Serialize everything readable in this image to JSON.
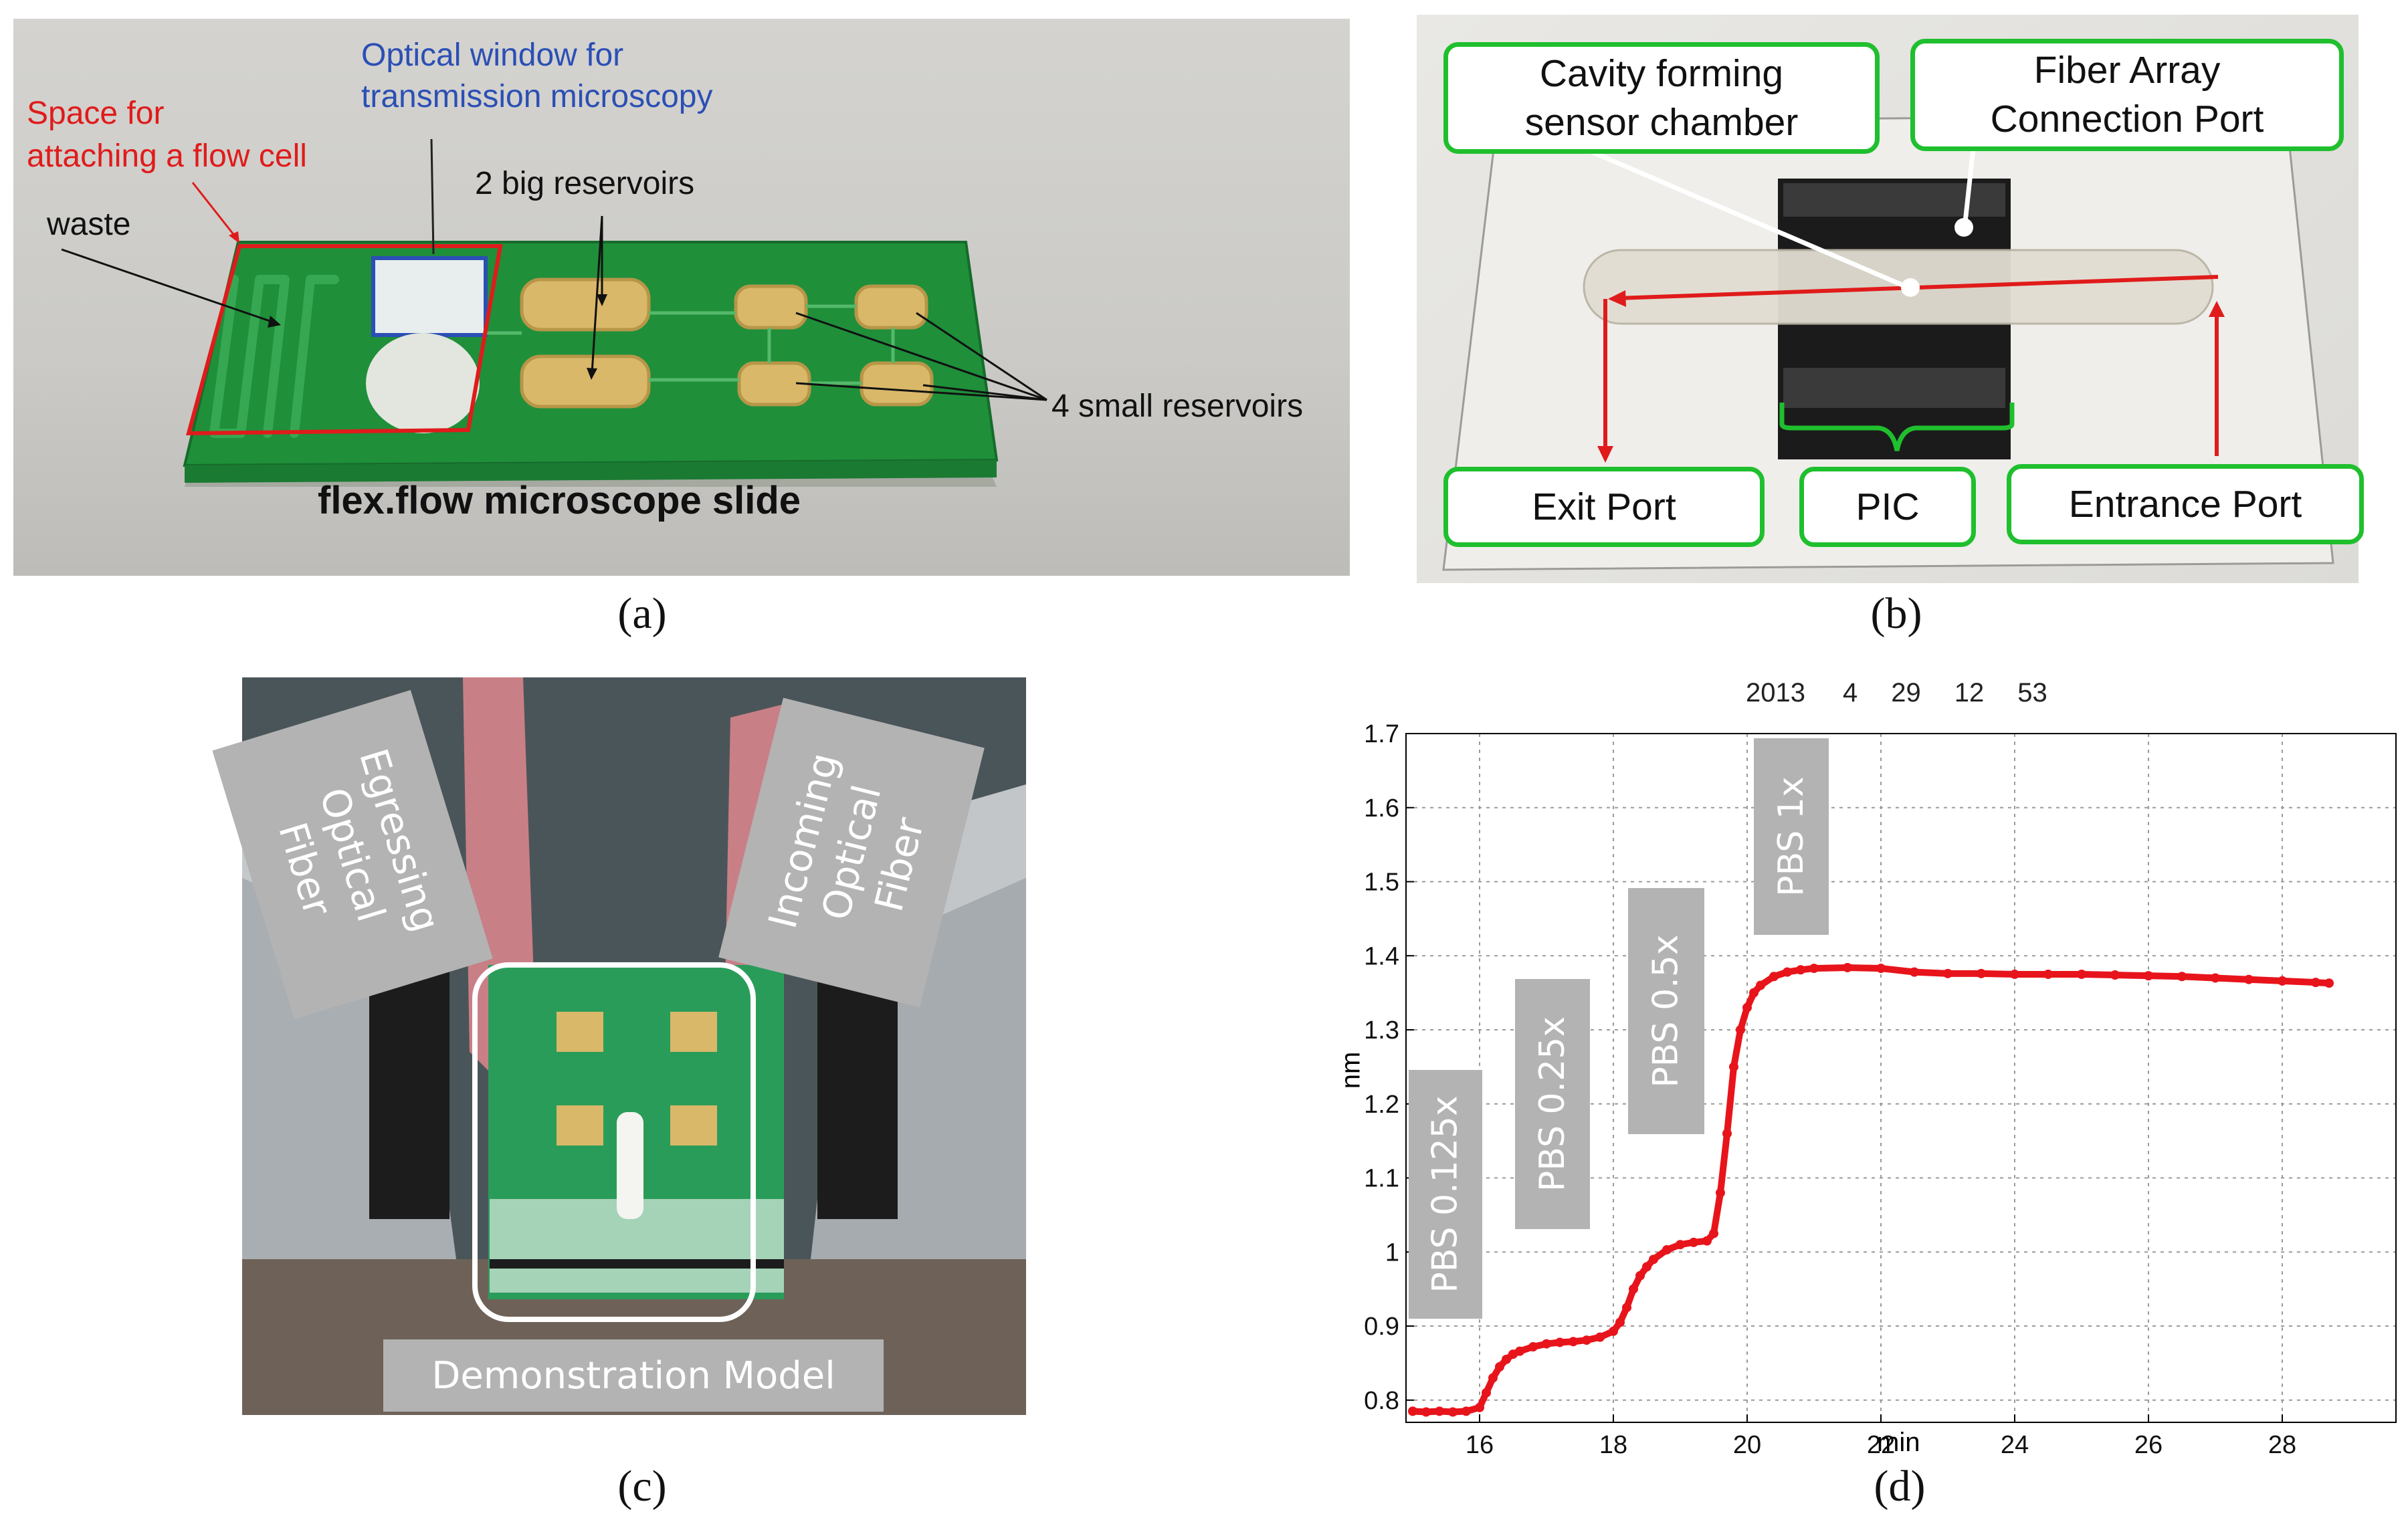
{
  "panel_a": {
    "caption": "(a)",
    "title": "flex.flow microscope slide",
    "label_flow_cell": [
      "Space for",
      "attaching a flow cell"
    ],
    "label_optical_window": [
      "Optical window for",
      "transmission microscopy"
    ],
    "label_waste": "waste",
    "label_big_reservoirs": "2 big reservoirs",
    "label_small_reservoirs": "4 small reservoirs"
  },
  "panel_b": {
    "caption": "(b)",
    "cavity_label": [
      "Cavity forming",
      "sensor chamber"
    ],
    "fiber_label": [
      "Fiber Array",
      "Connection Port"
    ],
    "exit_label": "Exit Port",
    "pic_label": "PIC",
    "entrance_label": "Entrance Port"
  },
  "panel_c": {
    "caption": "(c)",
    "egressing_label": [
      "Egressing",
      "Optical",
      "Fiber"
    ],
    "incoming_label": [
      "Incoming",
      "Optical",
      "Fiber"
    ],
    "demo_label": "Demonstration Model"
  },
  "panel_d": {
    "caption": "(d)",
    "timestamp": [
      "2013",
      "4",
      "29",
      "12",
      "53"
    ]
  },
  "chart_data": {
    "type": "scatter",
    "xlabel": "min",
    "ylabel": "nm",
    "xlim": [
      14.9,
      29.7
    ],
    "ylim": [
      0.77,
      1.7
    ],
    "xticks": [
      16,
      18,
      20,
      22,
      24,
      26,
      28
    ],
    "yticks": [
      0.8,
      0.9,
      1,
      1.1,
      1.2,
      1.3,
      1.4,
      1.5,
      1.6,
      1.7
    ],
    "grid": true,
    "series_color": "#e8141b",
    "annotations": [
      "PBS 0.125x",
      "PBS 0.25x",
      "PBS 0.5x",
      "PBS 1x"
    ],
    "x": [
      15.0,
      15.2,
      15.4,
      15.6,
      15.8,
      16.0,
      16.1,
      16.2,
      16.3,
      16.4,
      16.5,
      16.6,
      16.8,
      17.0,
      17.2,
      17.4,
      17.6,
      17.8,
      18.0,
      18.1,
      18.2,
      18.3,
      18.4,
      18.5,
      18.6,
      18.8,
      19.0,
      19.2,
      19.4,
      19.5,
      19.6,
      19.7,
      19.8,
      19.9,
      20.0,
      20.1,
      20.2,
      20.4,
      20.6,
      20.8,
      21.0,
      21.5,
      22.0,
      22.5,
      23.0,
      23.5,
      24.0,
      24.5,
      25.0,
      25.5,
      26.0,
      26.5,
      27.0,
      27.5,
      28.0,
      28.5,
      28.7
    ],
    "y": [
      0.785,
      0.784,
      0.785,
      0.784,
      0.785,
      0.79,
      0.81,
      0.83,
      0.845,
      0.855,
      0.862,
      0.866,
      0.872,
      0.876,
      0.878,
      0.879,
      0.881,
      0.885,
      0.893,
      0.905,
      0.925,
      0.95,
      0.968,
      0.98,
      0.99,
      1.003,
      1.01,
      1.013,
      1.015,
      1.025,
      1.08,
      1.16,
      1.25,
      1.3,
      1.33,
      1.35,
      1.36,
      1.372,
      1.378,
      1.381,
      1.383,
      1.384,
      1.383,
      1.378,
      1.376,
      1.376,
      1.375,
      1.375,
      1.375,
      1.374,
      1.373,
      1.372,
      1.37,
      1.368,
      1.366,
      1.364,
      1.363
    ]
  }
}
